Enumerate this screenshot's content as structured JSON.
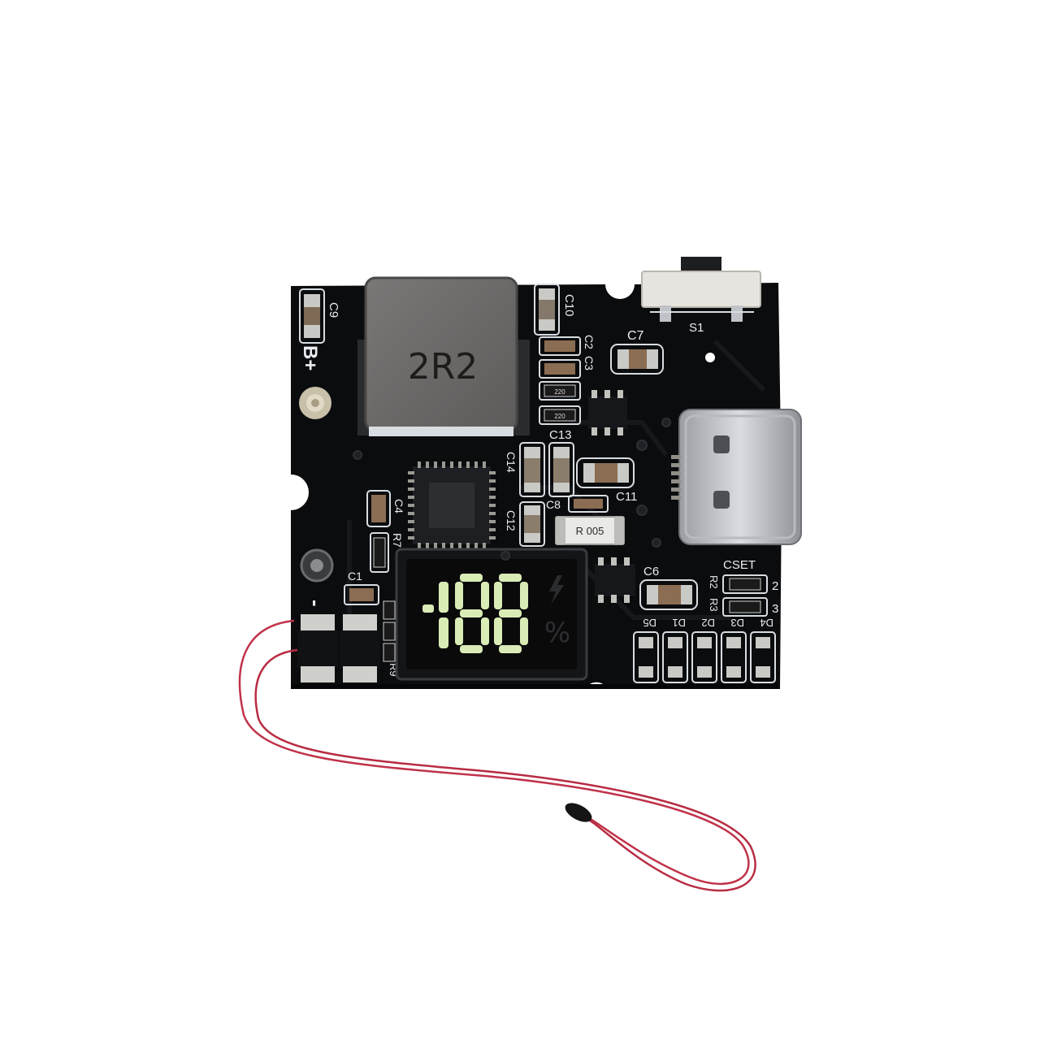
{
  "photo": {
    "inductor_marking": "2R2",
    "shunt_marking": "R 005",
    "resistor_marking": "220",
    "display": {
      "digits": "188",
      "percent_symbol": "%",
      "bolt_icon": "lightning-bolt-icon"
    },
    "silkscreen": {
      "b_plus": "B+",
      "b_minus": "-",
      "c9": "C9",
      "c10": "C10",
      "c2": "C2",
      "c3": "C3",
      "c7": "C7",
      "s1": "S1",
      "c13": "C13",
      "c14": "C14",
      "c11": "C11",
      "c8": "C8",
      "c12": "C12",
      "c4": "C4",
      "r7": "R7",
      "c1": "C1",
      "r9": "R9",
      "c6": "C6",
      "cset": "CSET",
      "r2": "R2",
      "r3": "R3",
      "cset_2": "2",
      "cset_3": "3",
      "d5": "D5",
      "d1": "D1",
      "d2": "D2",
      "d3": "D3",
      "d4": "D4"
    },
    "colors": {
      "pcb": "#0b0c0e",
      "silkscreen": "#e8edf2",
      "inductor": "#6c6a69",
      "wire": "#c0334a",
      "display_segment": "#d9ecb6"
    }
  }
}
